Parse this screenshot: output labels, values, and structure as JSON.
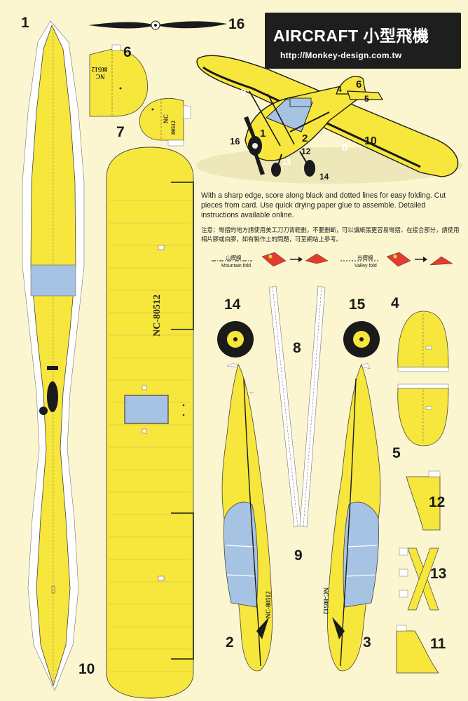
{
  "banner": {
    "title": "AIRCRAFT 小型飛機",
    "url": "http://Monkey-design.com.tw"
  },
  "instructions": {
    "english": "With a sharp edge, score along black and dotted lines for easy folding. Cut pieces from card.  Use quick drying paper glue to assemble. Detailed instructions available online.",
    "chinese": "注意：彎摺的地方請使用美工刀刀背輕劃，不要劃斷，可以讓紙張更容易彎摺。在接合部分，請使用相片膠或白膠，如有製作上的問題，可至網站上參考。"
  },
  "folds": {
    "mountain_zh": "山摺線",
    "mountain_en": "Mountain fold",
    "valley_zh": "谷摺線",
    "valley_en": "Valley fold"
  },
  "registration": {
    "wing": "NC-80512",
    "tail_line1": "NC",
    "tail_line2": "80512",
    "fuselage": "NC-80512"
  },
  "part_numbers": {
    "p1": "1",
    "p2": "2",
    "p3": "3",
    "p4": "4",
    "p5": "5",
    "p6": "6",
    "p7": "7",
    "p8": "8",
    "p9": "9",
    "p10": "10",
    "p11": "11",
    "p12": "12",
    "p13": "13",
    "p14": "14",
    "p15": "15",
    "p16": "16"
  },
  "diagram_labels": {
    "d1": "1",
    "d2": "2",
    "d4": "4",
    "d5": "5",
    "d6": "6",
    "d8": "8",
    "d9": "9",
    "d10": "10",
    "d12": "12",
    "d13": "13",
    "d14": "14",
    "d16": "16"
  },
  "colors": {
    "paper": "#fbf6cf",
    "yellow": "#f7e63c",
    "blue": "#a7c3e4",
    "black": "#1a1a1a"
  }
}
